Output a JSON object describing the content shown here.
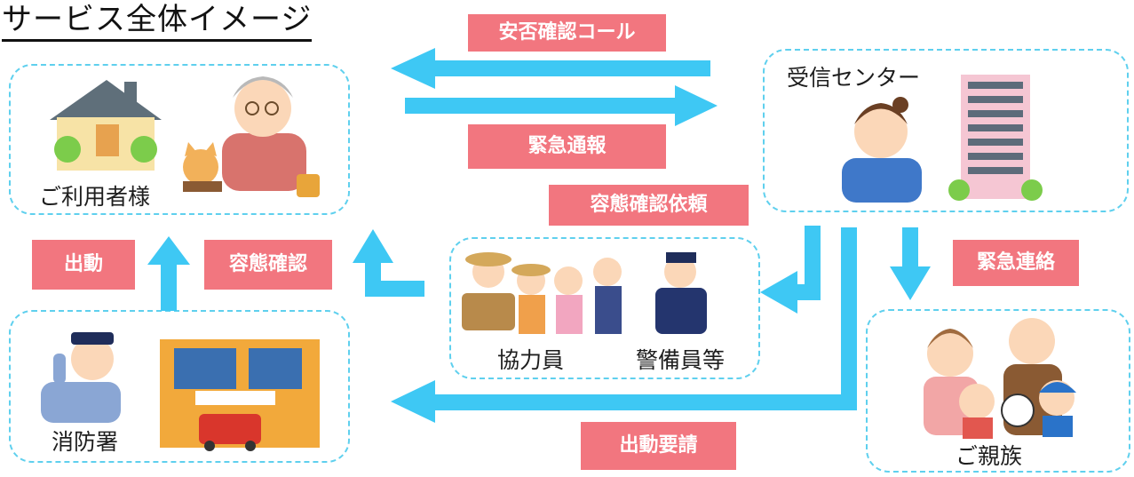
{
  "title": "サービス全体イメージ",
  "nodes": {
    "user": "ご利用者様",
    "center": "受信センター",
    "cooperator": "協力員",
    "guard": "警備員等",
    "fire": "消防署",
    "family": "ご親族"
  },
  "labels": {
    "safety_call": "安否確認コール",
    "emergency_report": "緊急通報",
    "status_check_request": "容態確認依頼",
    "dispatch": "出動",
    "status_check": "容態確認",
    "emergency_contact": "緊急連絡",
    "dispatch_request": "出動要請"
  },
  "colors": {
    "arrow": "#3ec8f4",
    "label_bg": "#f2767f",
    "box_border": "#5fd0ee"
  }
}
